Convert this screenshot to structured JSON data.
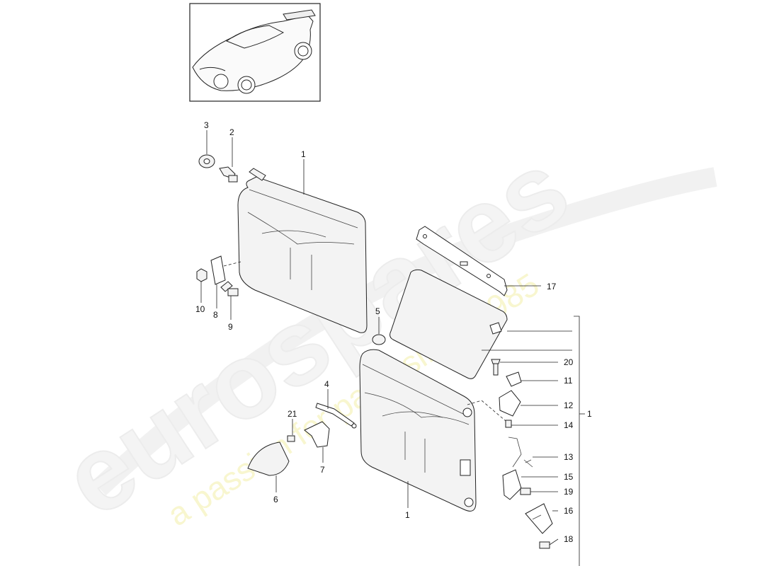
{
  "watermark": {
    "brand": "eurospares",
    "tagline": "a passion for parts since 1985"
  },
  "callouts": {
    "c1_upper": "1",
    "c1_lower": "1",
    "c1_group": "1",
    "c2": "2",
    "c3": "3",
    "c4": "4",
    "c5": "5",
    "c6": "6",
    "c7": "7",
    "c8": "8",
    "c9": "9",
    "c10": "10",
    "c11": "11",
    "c12": "12",
    "c13": "13",
    "c14": "14",
    "c15": "15",
    "c16": "16",
    "c17": "17",
    "c18": "18",
    "c19": "19",
    "c20": "20",
    "c21": "21"
  }
}
